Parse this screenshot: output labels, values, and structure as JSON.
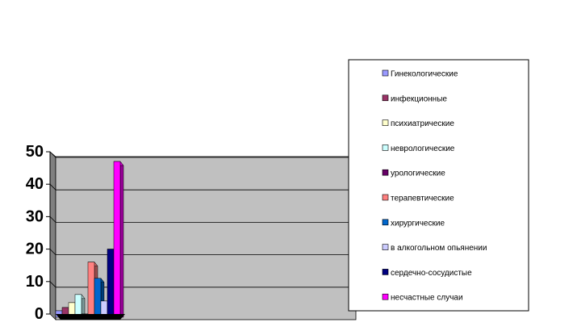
{
  "chart_data": {
    "type": "bar",
    "title": "",
    "xlabel": "",
    "ylabel": "",
    "ylim": [
      0,
      50
    ],
    "yticks": [
      "0",
      "10",
      "20",
      "30",
      "40",
      "50"
    ],
    "grid": true,
    "legend_position": "right",
    "series": [
      {
        "name": "Гинекологические",
        "value": 2,
        "color": "#9999FF"
      },
      {
        "name": "инфекционные",
        "value": 3,
        "color": "#993366"
      },
      {
        "name": "психиатрические",
        "value": 4.5,
        "color": "#FFFFCC"
      },
      {
        "name": "неврологические",
        "value": 7,
        "color": "#CCFFFF"
      },
      {
        "name": "урологические",
        "value": 1,
        "color": "#660066"
      },
      {
        "name": "терапевтические",
        "value": 17,
        "color": "#FF8080"
      },
      {
        "name": "хирургические",
        "value": 12,
        "color": "#0066CC"
      },
      {
        "name": "в алкогольном опьянении",
        "value": 5,
        "color": "#CCCCFF"
      },
      {
        "name": "сердечно-сосудистые",
        "value": 21,
        "color": "#000080"
      },
      {
        "name": "несчастные случаи",
        "value": 48,
        "color": "#FF00FF"
      }
    ]
  }
}
